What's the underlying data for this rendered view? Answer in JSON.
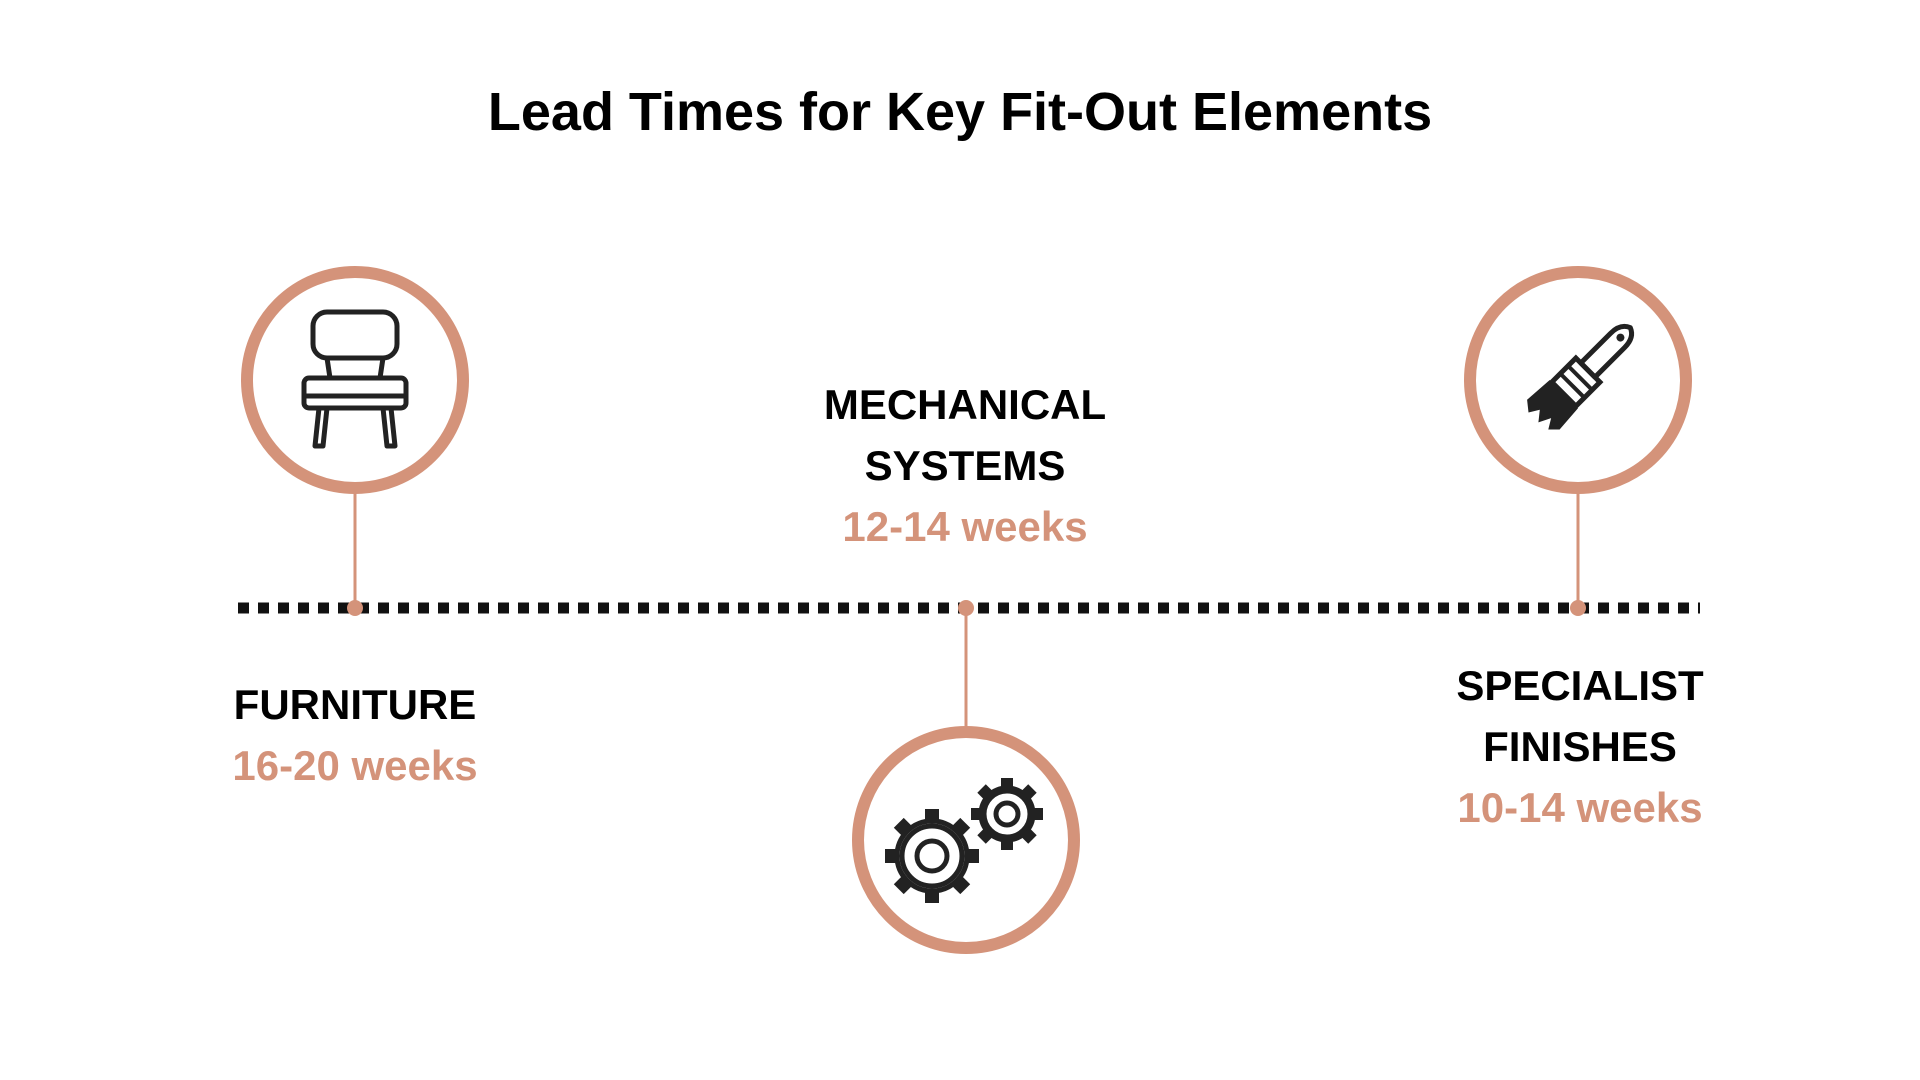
{
  "title": "Lead Times for Key Fit-Out Elements",
  "colors": {
    "accent": "#d4937a",
    "text": "#000000",
    "icon": "#222222",
    "background": "#ffffff"
  },
  "items": [
    {
      "name_lines": [
        "FURNITURE"
      ],
      "lead_time": "16-20 weeks",
      "icon": "chair-icon"
    },
    {
      "name_lines": [
        "MECHANICAL",
        "SYSTEMS"
      ],
      "lead_time": "12-14 weeks",
      "icon": "gears-icon"
    },
    {
      "name_lines": [
        "SPECIALIST",
        "FINISHES"
      ],
      "lead_time": "10-14 weeks",
      "icon": "paintbrush-icon"
    }
  ]
}
